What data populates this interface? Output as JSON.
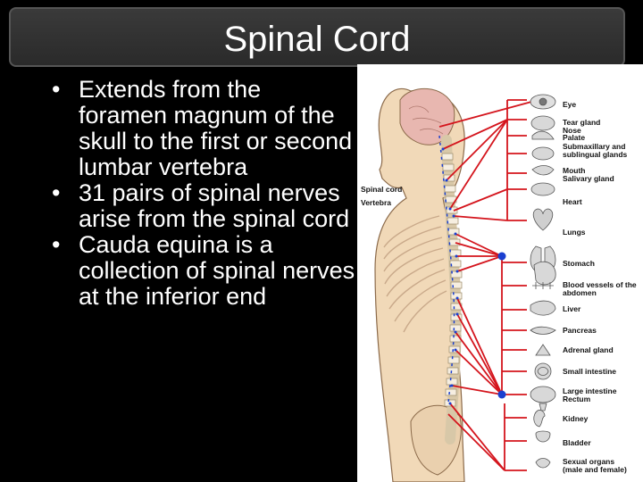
{
  "title": "Spinal Cord",
  "bullets": [
    "Extends from the foramen magnum of the skull to the first or second lumbar vertebra",
    "31 pairs of spinal nerves arise from the spinal cord",
    "Cauda equina is a collection of spinal nerves at the inferior end"
  ],
  "bullet_symbol": "•",
  "figure": {
    "left_labels": {
      "spinal_cord": "Spinal cord",
      "vertebra": "Vertebra"
    },
    "organs": [
      {
        "label": "Eye",
        "icon": "eye-icon"
      },
      {
        "label": "Tear gland",
        "icon": "tear-gland-icon"
      },
      {
        "label": "Nose",
        "icon": "nose-icon"
      },
      {
        "label": "Palate",
        "icon": "palate-icon"
      },
      {
        "label": "Submaxillary and sublingual glands",
        "icon": "salivary-gland-icon"
      },
      {
        "label": "Mouth",
        "icon": "mouth-icon"
      },
      {
        "label": "Salivary gland",
        "icon": "parotid-gland-icon"
      },
      {
        "label": "Heart",
        "icon": "heart-icon"
      },
      {
        "label": "Lungs",
        "icon": "lungs-icon"
      },
      {
        "label": "Stomach",
        "icon": "stomach-icon"
      },
      {
        "label": "Blood vessels of the abdomen",
        "icon": "blood-vessel-icon"
      },
      {
        "label": "Liver",
        "icon": "liver-icon"
      },
      {
        "label": "Pancreas",
        "icon": "pancreas-icon"
      },
      {
        "label": "Adrenal gland",
        "icon": "adrenal-gland-icon"
      },
      {
        "label": "Small intestine",
        "icon": "small-intestine-icon"
      },
      {
        "label": "Large intestine",
        "icon": "large-intestine-icon"
      },
      {
        "label": "Rectum",
        "icon": "rectum-icon"
      },
      {
        "label": "Kidney",
        "icon": "kidney-icon"
      },
      {
        "label": "Bladder",
        "icon": "bladder-icon"
      },
      {
        "label": "Sexual organs (male and female)",
        "icon": "sexual-organs-icon"
      }
    ],
    "colors": {
      "nerve": "#d4141c",
      "ganglion": "#1a3fd0",
      "skin": "#f1d9b8",
      "outline": "#8b6a4a"
    }
  }
}
